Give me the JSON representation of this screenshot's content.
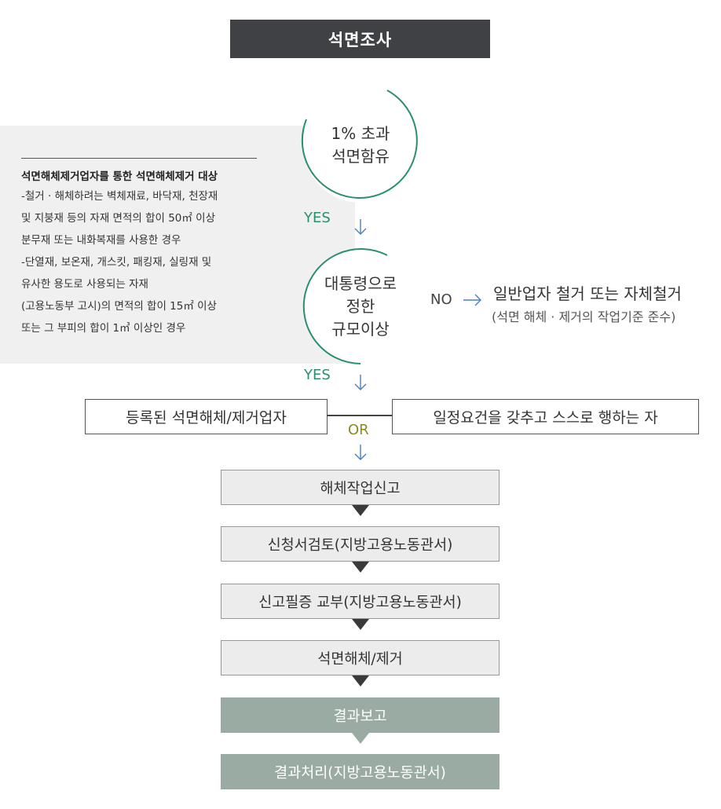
{
  "header": {
    "title": "석면조사"
  },
  "side_panel": {
    "heading": "석면해체제거업자를 통한 석면해체제거 대상",
    "lines": [
      "-철거 · 해체하려는 벽체재료, 바닥재, 천장재",
      "  및 지붕재 등의 자재 면적의 합이 50㎡ 이상",
      "  분무재 또는 내화복재를 사용한 경우",
      "-단열재, 보온재, 개스킷, 패킹재, 실링재 및",
      "  유사한 용도로 사용되는 자재",
      "  (고용노동부 고시)의 면적의 합이 15㎡ 이상",
      "  또는 그 부피의 합이 1㎥ 이상인 경우"
    ]
  },
  "decision1": {
    "line1": "1% 초과",
    "line2": "석면함유"
  },
  "decision2": {
    "line1": "대통령으로",
    "line2": "정한",
    "line3": "규모이상"
  },
  "labels": {
    "yes1": "YES",
    "yes2": "YES",
    "no": "NO",
    "or": "OR"
  },
  "no_result": {
    "main": "일반업자 철거 또는 자체철거",
    "sub": "(석면 해체 · 제거의 작업기준 준수)"
  },
  "options": {
    "left": "등록된 석면해체/제거업자",
    "right": "일정요건을 갖추고 스스로 행하는 자"
  },
  "steps": [
    "해체작업신고",
    "신청서검토(지방고용노동관서)",
    "신고필증 교부(지방고용노동관서)",
    "석면해체/제거",
    "결과보고",
    "결과처리(지방고용노동관서)"
  ],
  "colors": {
    "title_bg": "#3f4144",
    "arc": "#2a8f6f",
    "arrow": "#4a7fc1",
    "final_steps": "#9aaba3"
  }
}
